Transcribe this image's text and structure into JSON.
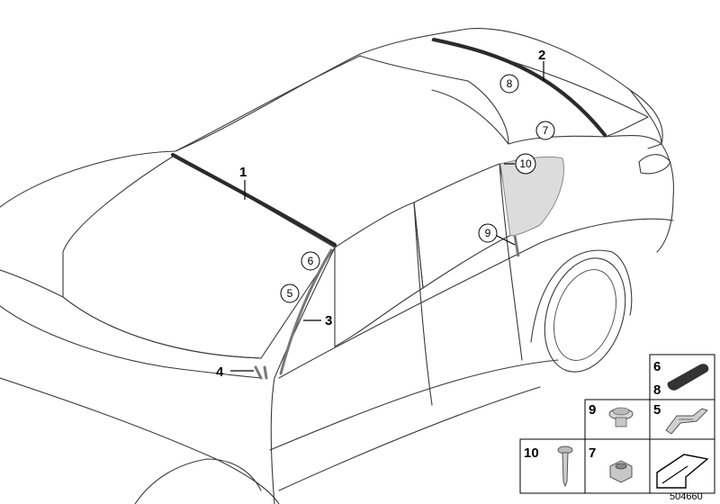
{
  "callouts": {
    "n1": "1",
    "n2": "2",
    "n3": "3",
    "n4": "4",
    "n5": "5",
    "n6": "6",
    "n7": "7",
    "n8": "8",
    "n9": "9",
    "n10": "10"
  },
  "parts_grid": {
    "cell_6": "6",
    "cell_8": "8",
    "cell_9": "9",
    "cell_5": "5",
    "cell_10": "10",
    "cell_7": "7"
  },
  "reference_number": "504660"
}
